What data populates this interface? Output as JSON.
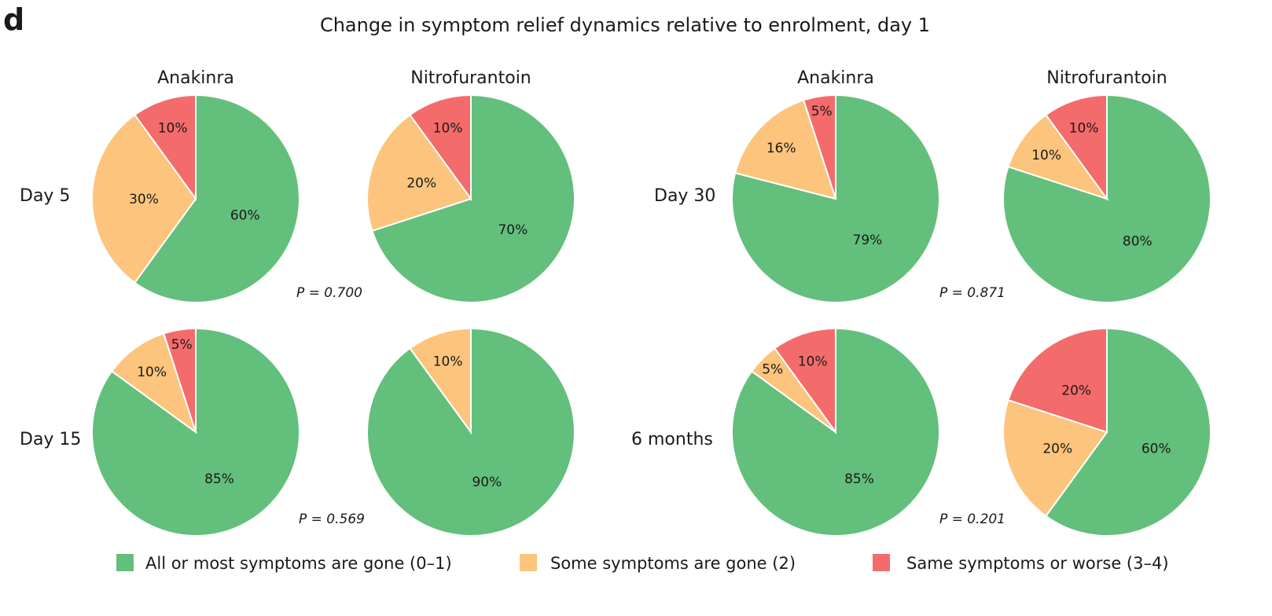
{
  "panel_letter": "d",
  "title": "Change in symptom relief dynamics relative to enrolment, day 1",
  "colors": {
    "green": "#63bf7c",
    "orange": "#fcc47c",
    "red": "#f46b6b"
  },
  "legend": [
    {
      "label": "All or most symptoms are gone (0–1)",
      "color": "#63bf7c"
    },
    {
      "label": "Some symptoms are gone (2)",
      "color": "#fcc47c"
    },
    {
      "label": "Same symptoms or worse (3–4)",
      "color": "#f46b6b"
    }
  ],
  "chart_data": {
    "type": "pie",
    "title": "Change in symptom relief dynamics relative to enrolment, day 1",
    "categories": [
      "All or most symptoms are gone (0–1)",
      "Some symptoms are gone (2)",
      "Same symptoms or worse (3–4)"
    ],
    "groups": [
      "Anakinra",
      "Nitrofurantoin"
    ],
    "timepoints": [
      {
        "label": "Day 5",
        "p_value": "P = 0.700",
        "pies": [
          {
            "group": "Anakinra",
            "values": [
              60,
              30,
              10
            ]
          },
          {
            "group": "Nitrofurantoin",
            "values": [
              70,
              20,
              10
            ]
          }
        ]
      },
      {
        "label": "Day 15",
        "p_value": "P = 0.569",
        "pies": [
          {
            "group": "Anakinra",
            "values": [
              85,
              10,
              5
            ]
          },
          {
            "group": "Nitrofurantoin",
            "values": [
              90,
              10,
              0
            ]
          }
        ]
      },
      {
        "label": "Day 30",
        "p_value": "P = 0.871",
        "pies": [
          {
            "group": "Anakinra",
            "values": [
              79,
              16,
              5
            ]
          },
          {
            "group": "Nitrofurantoin",
            "values": [
              80,
              10,
              10
            ]
          }
        ]
      },
      {
        "label": "6 months",
        "p_value": "P = 0.201",
        "pies": [
          {
            "group": "Anakinra",
            "values": [
              85,
              5,
              10
            ]
          },
          {
            "group": "Nitrofurantoin",
            "values": [
              60,
              20,
              20
            ]
          }
        ]
      }
    ]
  }
}
